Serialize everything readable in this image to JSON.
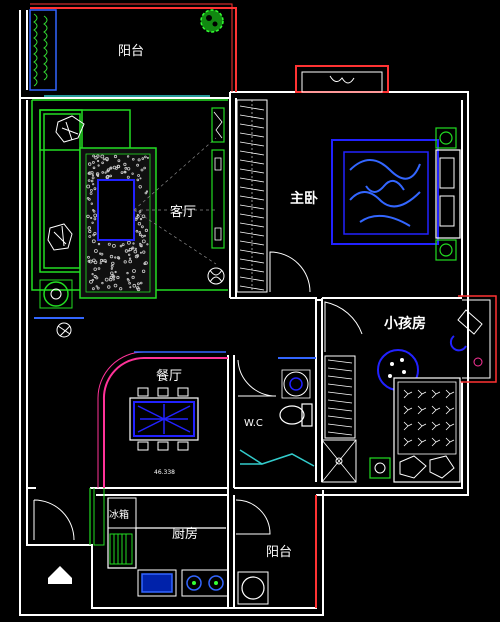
{
  "rooms": {
    "balcony_top": "阳台",
    "living": "客厅",
    "master_bedroom": "主卧",
    "kids_room": "小孩房",
    "dining": "餐厅",
    "wc": "W.C",
    "kitchen": "厨房",
    "fridge": "冰箱",
    "balcony_bottom": "阳台"
  },
  "dimension_note": "46.338",
  "colors": {
    "background": "#000000",
    "wall": "#ffffff",
    "outline_green": "#22dd22",
    "outline_blue": "#3366ff",
    "outline_cyan": "#33cccc",
    "balcony_red": "#ff3333",
    "arc_magenta": "#ff3399",
    "furniture_blue": "#2222ff",
    "plant_green": "#22cc22"
  },
  "icons": {
    "entrance": "up-arrow-icon",
    "plant": "plant-icon",
    "sofa": "sofa-icon",
    "bed": "double-bed-icon",
    "dining_table": "dining-table-icon",
    "toilet": "toilet-icon",
    "stove": "stove-icon"
  }
}
